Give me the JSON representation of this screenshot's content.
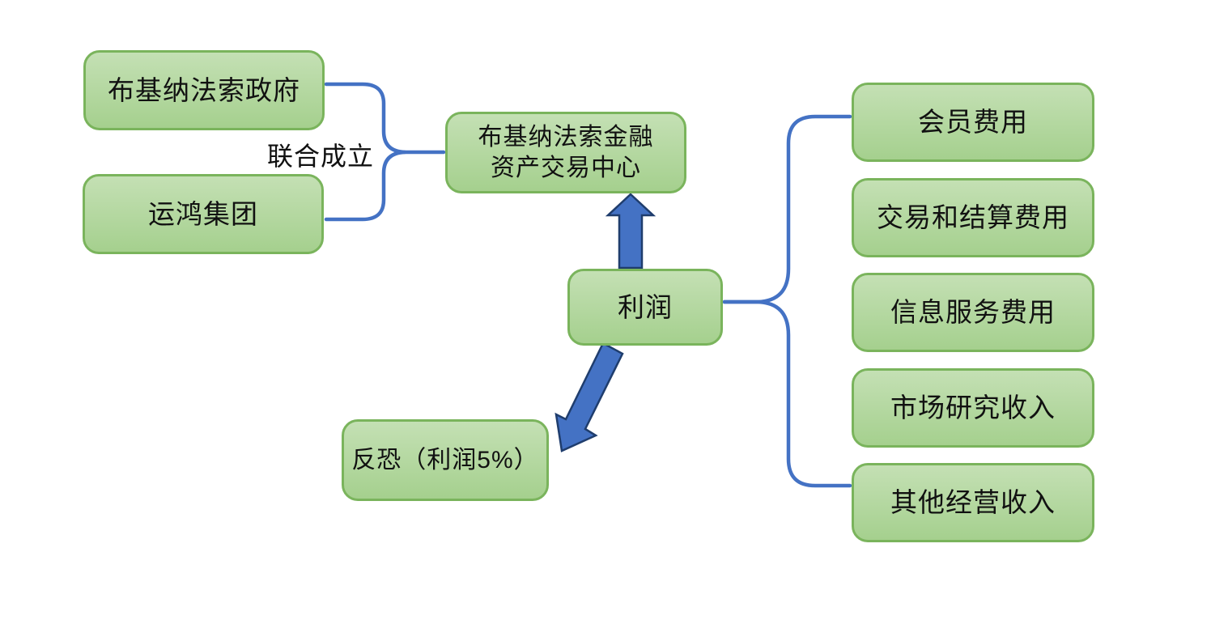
{
  "diagram": {
    "title": "Burkina Faso financial asset exchange center structure diagram",
    "colors": {
      "background": "#ffffff",
      "box_fill_top": "#c4e0b4",
      "box_fill_bottom": "#a5d08e",
      "box_border": "#7ab45c",
      "connector_blue": "#4472c4",
      "arrow_fill": "#4472c4",
      "arrow_border": "#1f3d6d",
      "text": "#111111"
    },
    "nodes": {
      "government": {
        "label": "布基纳法索政府"
      },
      "group": {
        "label": "运鸿集团"
      },
      "exchange_center": {
        "label_line1": "布基纳法索金融",
        "label_line2": "资产交易中心"
      },
      "profit": {
        "label": "利润"
      },
      "anti_terror": {
        "label": "反恐（利润5%）"
      },
      "revenue_sources": [
        {
          "label": "会员费用"
        },
        {
          "label": "交易和结算费用"
        },
        {
          "label": "信息服务费用"
        },
        {
          "label": "市场研究收入"
        },
        {
          "label": "其他经营收入"
        }
      ]
    },
    "edge_labels": {
      "joint_establish": "联合成立"
    }
  }
}
